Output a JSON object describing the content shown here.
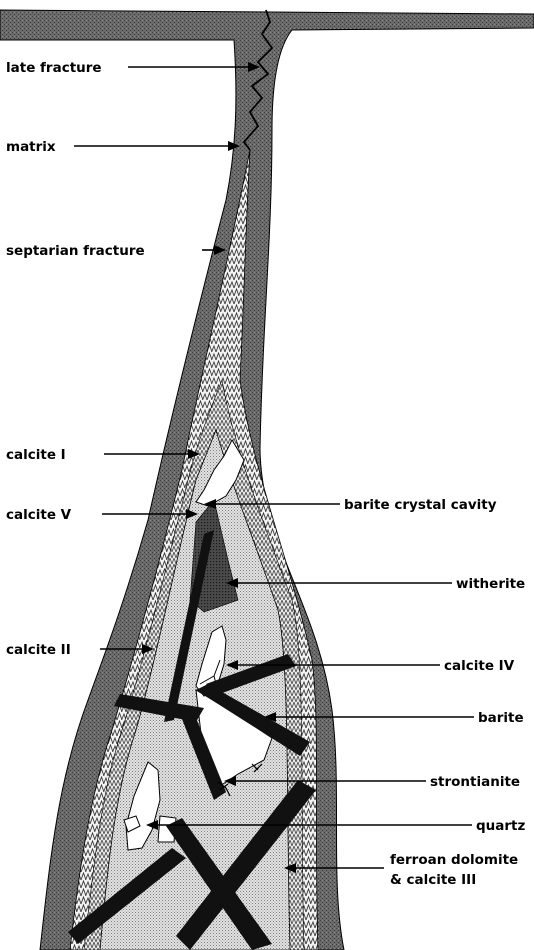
{
  "labels": {
    "late_fracture": "late fracture",
    "matrix": "matrix",
    "septarian_fracture": "septarian fracture",
    "calcite_i": "calcite I",
    "calcite_v": "calcite V",
    "barite_crystal_cavity": "barite crystal cavity",
    "witherite": "witherite",
    "calcite_ii": "calcite II",
    "calcite_iv": "calcite IV",
    "barite": "barite",
    "strontianite": "strontianite",
    "quartz": "quartz",
    "ferroan_dolomite_line1": "ferroan dolomite",
    "ferroan_dolomite_line2": "& calcite III"
  },
  "colors": {
    "matrix": "#5a5a5a",
    "calcite_i": "#ffffff",
    "ferroan_dolomite": "#cfcfcf",
    "barite": "#111111",
    "lines": "#000000"
  }
}
